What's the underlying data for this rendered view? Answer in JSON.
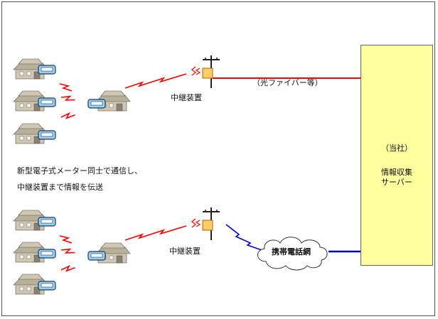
{
  "fiber_label": "（光ファイバー等）",
  "relay_label_top": "中継装置",
  "relay_label_bottom": "中継装置",
  "description": [
    "新型電子式メーター同士で通信し、",
    "中継装置まで情報を伝送"
  ],
  "server": {
    "company": "（当社）",
    "line1": "情報収集",
    "line2": "サーバー"
  },
  "cloud_label": "携帯電話網",
  "colors": {
    "fiber": "#ff0000",
    "mobile": "#0000cc",
    "wireless_red": "#ff0000",
    "wireless_blue": "#0000cc",
    "server_fill": "#ffffa0",
    "house": "#c8bfa8",
    "meter": "#9ad0f0",
    "relay_box": "#ffcc66"
  }
}
